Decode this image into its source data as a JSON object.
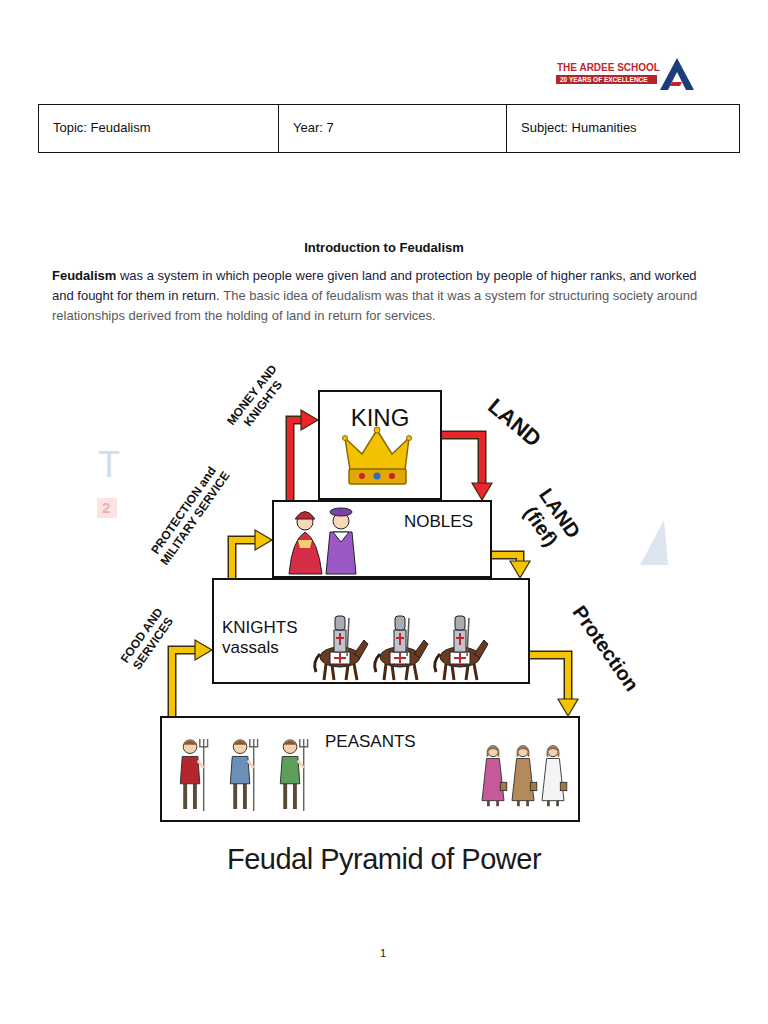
{
  "diagram": {
    "title": "Introduction to Feudalism",
    "caption": "Feudal Pyramid of Power",
    "nodes": [
      {
        "text": [
          "Topic: Feudalism"
        ]
      },
      {
        "text": [
          "Year: 7"
        ]
      },
      {
        "text": [
          "Subject: Humanities"
        ]
      },
      {
        "text": [
          "KING"
        ]
      },
      {
        "text": [
          "NOBLES"
        ]
      },
      {
        "text": [
          "KNIGHTS vassals"
        ]
      },
      {
        "text": [
          "PEASANTS"
        ]
      }
    ],
    "edges": [
      {
        "from": 4,
        "to": 3,
        "label": "MONEY AND KNIGHTS",
        "arrow": "to"
      },
      {
        "from": 3,
        "to": 4,
        "label": "LAND",
        "arrow": "to"
      },
      {
        "from": 4,
        "to": 5,
        "label": "LAND (fief)",
        "arrow": "to"
      },
      {
        "from": 5,
        "to": 4,
        "label": "PROTECTION and MILITARY SERVICE",
        "arrow": "to"
      },
      {
        "from": 5,
        "to": 6,
        "label": "Protection",
        "arrow": "to"
      },
      {
        "from": 6,
        "to": 5,
        "label": "FOOD AND SERVICES",
        "arrow": "to"
      }
    ],
    "labels": [
      "THE ARDEE SCHOOL",
      "20 YEARS OF EXCELLENCE",
      "Feudalism",
      "was a system in which people were given land and protection by people of higher ranks, and worked and fought for them in return.",
      "The basic idea of feudalism was that it was a system for structuring society around relationships derived from the holding of land in return for services.",
      "T",
      "2",
      "1"
    ]
  }
}
